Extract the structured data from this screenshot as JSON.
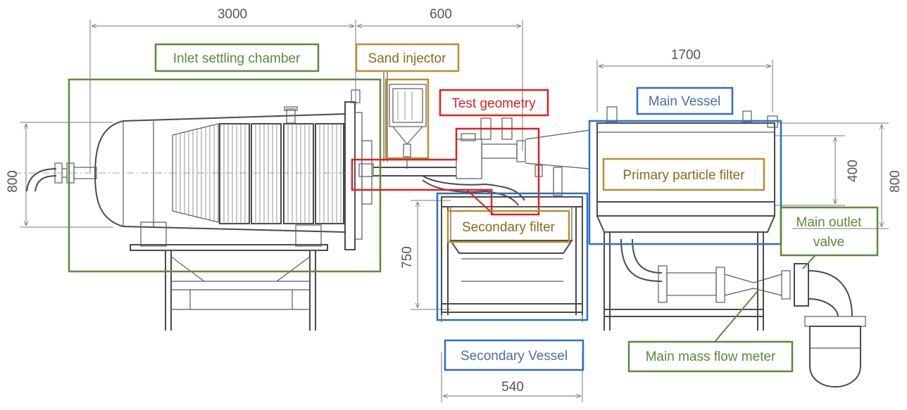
{
  "colors": {
    "green": "#5b8a3a",
    "gold": "#b8902a",
    "red": "#e02020",
    "blue": "#2f6fc3",
    "brown": "#8a6a1a",
    "blue_text": "#4a6fa5",
    "dim": "#777777"
  },
  "labels": {
    "inlet_settling_chamber": "Inlet settling chamber",
    "sand_injector": "Sand injector",
    "test_geometry": "Test geometry",
    "main_vessel": "Main Vessel",
    "primary_particle_filter": "Primary particle filter",
    "secondary_filter": "Secondary filter",
    "secondary_vessel": "Secondary Vessel",
    "main_outlet_valve_line1": "Main outlet",
    "main_outlet_valve_line2": "valve",
    "main_mass_flow_meter": "Main mass flow meter"
  },
  "dimensions": {
    "inlet_length": "3000",
    "injector_length": "600",
    "main_vessel_length": "1700",
    "inlet_height": "800",
    "filter_height": "400",
    "main_vessel_height": "800",
    "secondary_height": "750",
    "secondary_width": "540"
  }
}
